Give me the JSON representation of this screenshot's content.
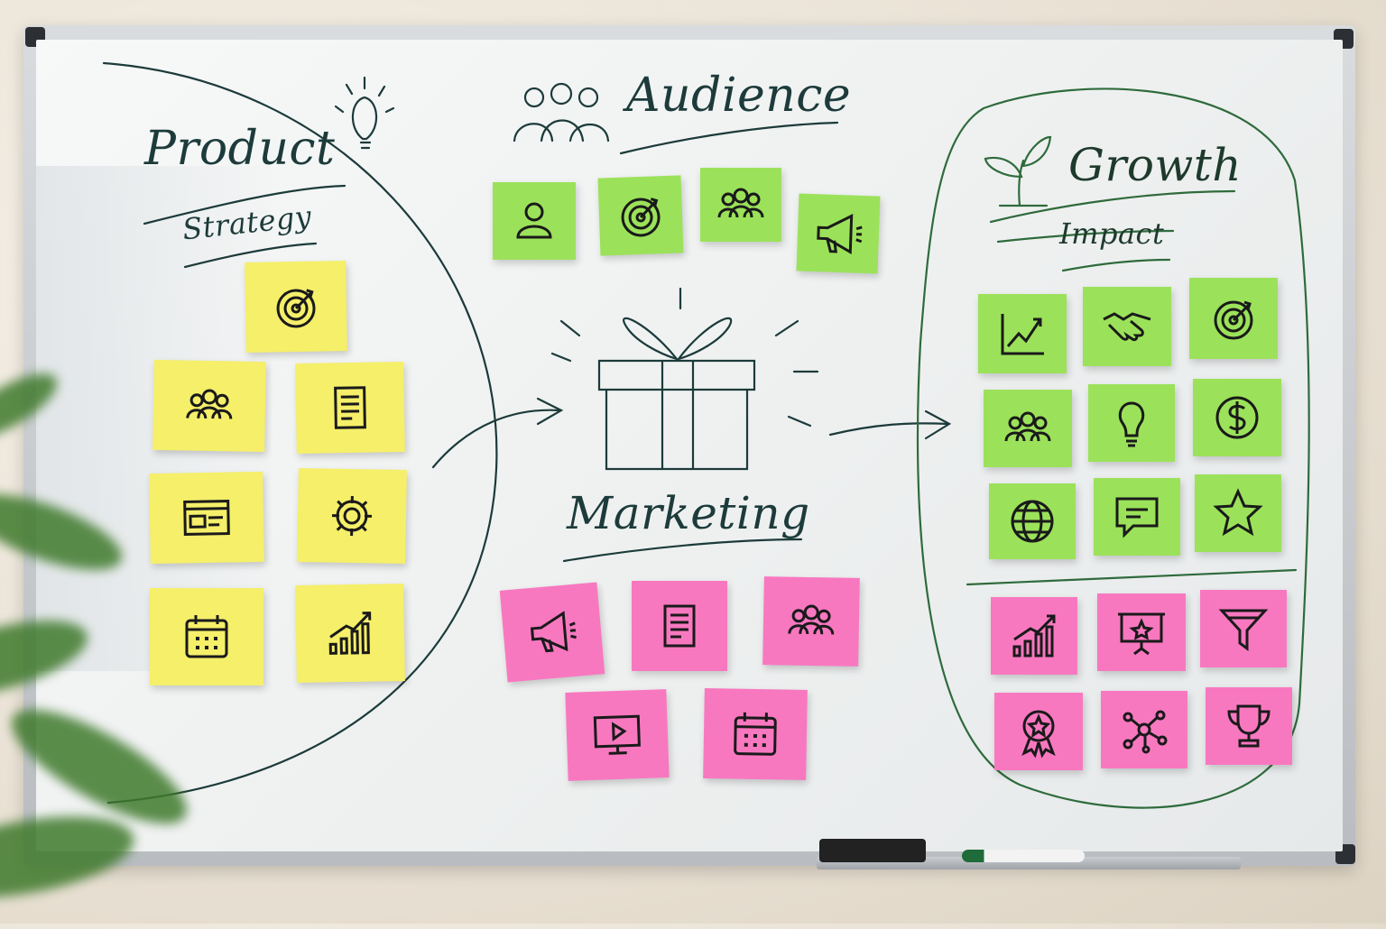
{
  "board": {
    "product_title": "Product",
    "product_subtitle": "Strategy",
    "audience_title": "Audience",
    "marketing_title": "Marketing",
    "growth_title": "Growth",
    "growth_subtitle": "Impact"
  },
  "colors": {
    "ink": "#1c3b3a",
    "green_ink": "#2f6b3c",
    "yellow_note": "#f5ef6a",
    "green_note": "#9be25a",
    "pink_note": "#f878c0"
  },
  "notes": {
    "product": [
      "target-icon",
      "people-icon",
      "document-icon",
      "browser-window-icon",
      "gear-icon",
      "calendar-icon",
      "bar-chart-up-icon"
    ],
    "audience": [
      "person-icon",
      "target-icon",
      "people-icon",
      "megaphone-icon"
    ],
    "marketing": [
      "megaphone-icon",
      "document-icon",
      "people-icon",
      "video-monitor-icon",
      "calendar-icon"
    ],
    "growth_green": [
      "line-chart-icon",
      "handshake-icon",
      "target-icon",
      "people-icon",
      "lightbulb-icon",
      "dollar-icon",
      "globe-icon",
      "chat-icon",
      "star-icon"
    ],
    "growth_pink": [
      "bar-chart-up-icon",
      "presentation-icon",
      "funnel-icon",
      "award-ribbon-icon",
      "network-icon",
      "trophy-icon"
    ]
  }
}
